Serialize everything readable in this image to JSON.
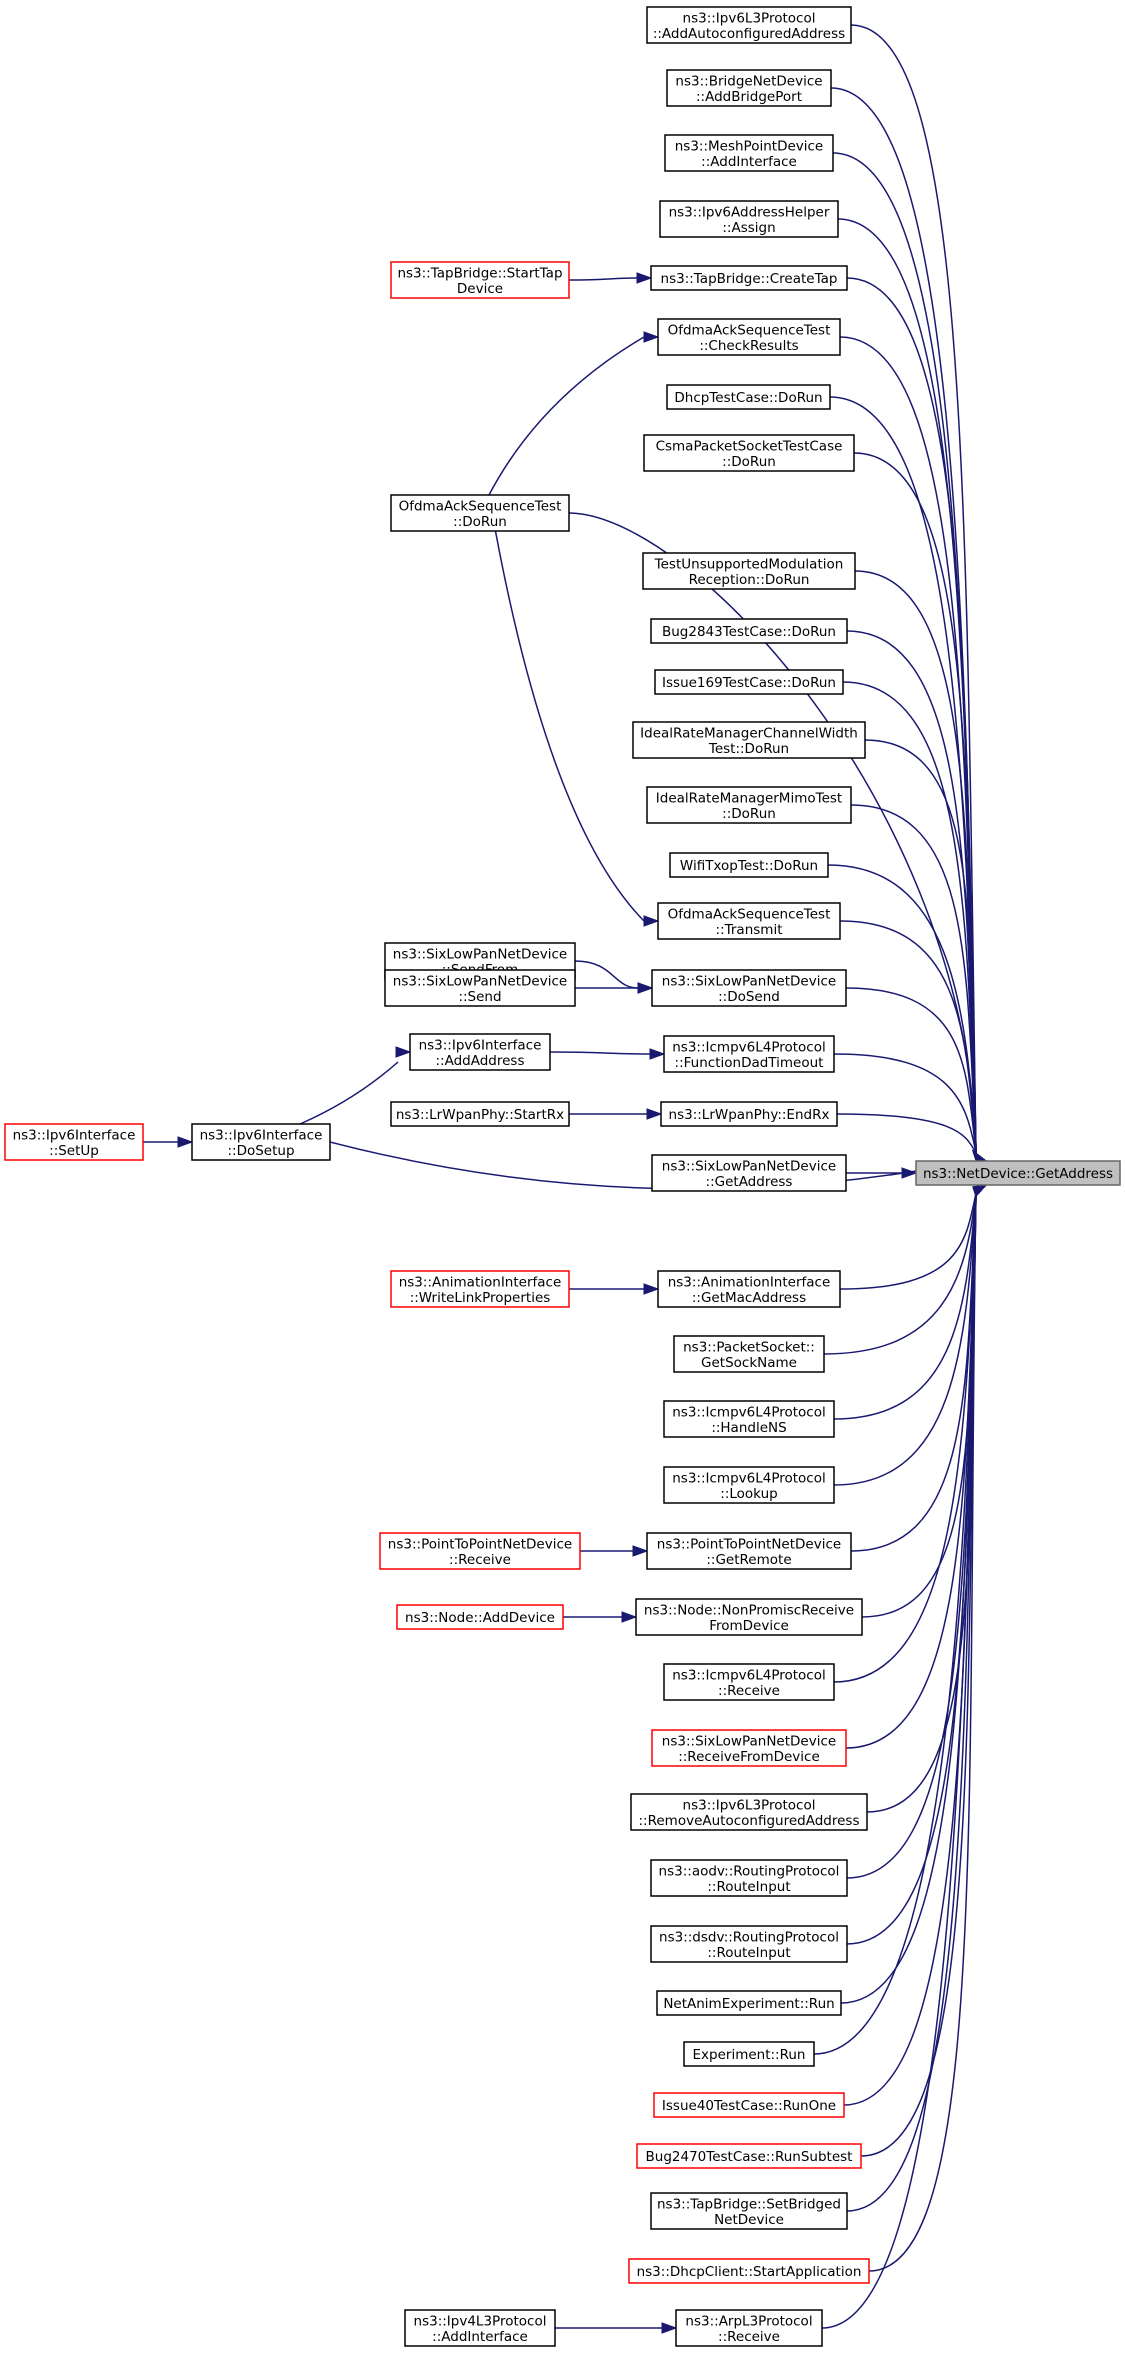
{
  "diagram": {
    "target": "target",
    "nodes": [
      {
        "id": "target",
        "lines": [
          "ns3::NetDevice::GetAddress"
        ],
        "style": "target"
      },
      {
        "id": "autoconf",
        "lines": [
          "ns3::Ipv6L3Protocol",
          "::AddAutoconfiguredAddress"
        ],
        "style": "normal"
      },
      {
        "id": "bridgeport",
        "lines": [
          "ns3::BridgeNetDevice",
          "::AddBridgePort"
        ],
        "style": "normal"
      },
      {
        "id": "meshif",
        "lines": [
          "ns3::MeshPointDevice",
          "::AddInterface"
        ],
        "style": "normal"
      },
      {
        "id": "ipv6assign",
        "lines": [
          "ns3::Ipv6AddressHelper",
          "::Assign"
        ],
        "style": "normal"
      },
      {
        "id": "createtap",
        "lines": [
          "ns3::TapBridge::CreateTap"
        ],
        "style": "normal"
      },
      {
        "id": "starttap",
        "lines": [
          "ns3::TapBridge::StartTap",
          "Device"
        ],
        "style": "red"
      },
      {
        "id": "checkres",
        "lines": [
          "OfdmaAckSequenceTest",
          "::CheckResults"
        ],
        "style": "normal"
      },
      {
        "id": "dhcprun",
        "lines": [
          "DhcpTestCase::DoRun"
        ],
        "style": "normal"
      },
      {
        "id": "csmarun",
        "lines": [
          "CsmaPacketSocketTestCase",
          "::DoRun"
        ],
        "style": "normal"
      },
      {
        "id": "ofdmarun",
        "lines": [
          "OfdmaAckSequenceTest",
          "::DoRun"
        ],
        "style": "normal"
      },
      {
        "id": "unsupp",
        "lines": [
          "TestUnsupportedModulation",
          "Reception::DoRun"
        ],
        "style": "normal"
      },
      {
        "id": "bug2843",
        "lines": [
          "Bug2843TestCase::DoRun"
        ],
        "style": "normal"
      },
      {
        "id": "issue169",
        "lines": [
          "Issue169TestCase::DoRun"
        ],
        "style": "normal"
      },
      {
        "id": "idealcw",
        "lines": [
          "IdealRateManagerChannelWidth",
          "Test::DoRun"
        ],
        "style": "normal"
      },
      {
        "id": "idealmimo",
        "lines": [
          "IdealRateManagerMimoTest",
          "::DoRun"
        ],
        "style": "normal"
      },
      {
        "id": "wifitxop",
        "lines": [
          "WifiTxopTest::DoRun"
        ],
        "style": "normal"
      },
      {
        "id": "transmit",
        "lines": [
          "OfdmaAckSequenceTest",
          "::Transmit"
        ],
        "style": "normal"
      },
      {
        "id": "sendfrom",
        "lines": [
          "ns3::SixLowPanNetDevice",
          "::SendFrom"
        ],
        "style": "normal"
      },
      {
        "id": "send",
        "lines": [
          "ns3::SixLowPanNetDevice",
          "::Send"
        ],
        "style": "normal"
      },
      {
        "id": "dosend",
        "lines": [
          "ns3::SixLowPanNetDevice",
          "::DoSend"
        ],
        "style": "normal"
      },
      {
        "id": "addaddr",
        "lines": [
          "ns3::Ipv6Interface",
          "::AddAddress"
        ],
        "style": "normal"
      },
      {
        "id": "dadtimeout",
        "lines": [
          "ns3::Icmpv6L4Protocol",
          "::FunctionDadTimeout"
        ],
        "style": "normal"
      },
      {
        "id": "startrx",
        "lines": [
          "ns3::LrWpanPhy::StartRx"
        ],
        "style": "normal"
      },
      {
        "id": "endrx",
        "lines": [
          "ns3::LrWpanPhy::EndRx"
        ],
        "style": "normal"
      },
      {
        "id": "setup",
        "lines": [
          "ns3::Ipv6Interface",
          "::SetUp"
        ],
        "style": "red"
      },
      {
        "id": "dosetup",
        "lines": [
          "ns3::Ipv6Interface",
          "::DoSetup"
        ],
        "style": "normal"
      },
      {
        "id": "sixgetaddr",
        "lines": [
          "ns3::SixLowPanNetDevice",
          "::GetAddress"
        ],
        "style": "normal"
      },
      {
        "id": "writelink",
        "lines": [
          "ns3::AnimationInterface",
          "::WriteLinkProperties"
        ],
        "style": "red"
      },
      {
        "id": "getmac",
        "lines": [
          "ns3::AnimationInterface",
          "::GetMacAddress"
        ],
        "style": "normal"
      },
      {
        "id": "getsock",
        "lines": [
          "ns3::PacketSocket::",
          "GetSockName"
        ],
        "style": "normal"
      },
      {
        "id": "handlens",
        "lines": [
          "ns3::Icmpv6L4Protocol",
          "::HandleNS"
        ],
        "style": "normal"
      },
      {
        "id": "lookup",
        "lines": [
          "ns3::Icmpv6L4Protocol",
          "::Lookup"
        ],
        "style": "normal"
      },
      {
        "id": "p2precv",
        "lines": [
          "ns3::PointToPointNetDevice",
          "::Receive"
        ],
        "style": "red"
      },
      {
        "id": "getremote",
        "lines": [
          "ns3::PointToPointNetDevice",
          "::GetRemote"
        ],
        "style": "normal"
      },
      {
        "id": "adddevice",
        "lines": [
          "ns3::Node::AddDevice"
        ],
        "style": "red"
      },
      {
        "id": "nonprom",
        "lines": [
          "ns3::Node::NonPromiscReceive",
          "FromDevice"
        ],
        "style": "normal"
      },
      {
        "id": "icmprecv",
        "lines": [
          "ns3::Icmpv6L4Protocol",
          "::Receive"
        ],
        "style": "normal"
      },
      {
        "id": "sixrecv",
        "lines": [
          "ns3::SixLowPanNetDevice",
          "::ReceiveFromDevice"
        ],
        "style": "red"
      },
      {
        "id": "removeauto",
        "lines": [
          "ns3::Ipv6L3Protocol",
          "::RemoveAutoconfiguredAddress"
        ],
        "style": "normal"
      },
      {
        "id": "aodv",
        "lines": [
          "ns3::aodv::RoutingProtocol",
          "::RouteInput"
        ],
        "style": "normal"
      },
      {
        "id": "dsdv",
        "lines": [
          "ns3::dsdv::RoutingProtocol",
          "::RouteInput"
        ],
        "style": "normal"
      },
      {
        "id": "netanim",
        "lines": [
          "NetAnimExperiment::Run"
        ],
        "style": "normal"
      },
      {
        "id": "exprun",
        "lines": [
          "Experiment::Run"
        ],
        "style": "normal"
      },
      {
        "id": "issue40",
        "lines": [
          "Issue40TestCase::RunOne"
        ],
        "style": "red"
      },
      {
        "id": "bug2470",
        "lines": [
          "Bug2470TestCase::RunSubtest"
        ],
        "style": "red"
      },
      {
        "id": "setbridged",
        "lines": [
          "ns3::TapBridge::SetBridged",
          "NetDevice"
        ],
        "style": "normal"
      },
      {
        "id": "dhcpstart",
        "lines": [
          "ns3::DhcpClient::StartApplication"
        ],
        "style": "red"
      },
      {
        "id": "ipv4addif",
        "lines": [
          "ns3::Ipv4L3Protocol",
          "::AddInterface"
        ],
        "style": "normal"
      },
      {
        "id": "arprecv",
        "lines": [
          "ns3::ArpL3Protocol",
          "::Receive"
        ],
        "style": "normal"
      }
    ],
    "edges": [
      [
        "autoconf",
        "target"
      ],
      [
        "bridgeport",
        "target"
      ],
      [
        "meshif",
        "target"
      ],
      [
        "ipv6assign",
        "target"
      ],
      [
        "createtap",
        "target"
      ],
      [
        "checkres",
        "target"
      ],
      [
        "dhcprun",
        "target"
      ],
      [
        "csmarun",
        "target"
      ],
      [
        "ofdmarun",
        "target"
      ],
      [
        "unsupp",
        "target"
      ],
      [
        "bug2843",
        "target"
      ],
      [
        "issue169",
        "target"
      ],
      [
        "idealcw",
        "target"
      ],
      [
        "idealmimo",
        "target"
      ],
      [
        "wifitxop",
        "target"
      ],
      [
        "transmit",
        "target"
      ],
      [
        "dosend",
        "target"
      ],
      [
        "dadtimeout",
        "target"
      ],
      [
        "endrx",
        "target"
      ],
      [
        "sixgetaddr",
        "target"
      ],
      [
        "dosetup",
        "target"
      ],
      [
        "getmac",
        "target"
      ],
      [
        "getsock",
        "target"
      ],
      [
        "handlens",
        "target"
      ],
      [
        "lookup",
        "target"
      ],
      [
        "getremote",
        "target"
      ],
      [
        "nonprom",
        "target"
      ],
      [
        "icmprecv",
        "target"
      ],
      [
        "sixrecv",
        "target"
      ],
      [
        "removeauto",
        "target"
      ],
      [
        "aodv",
        "target"
      ],
      [
        "dsdv",
        "target"
      ],
      [
        "netanim",
        "target"
      ],
      [
        "exprun",
        "target"
      ],
      [
        "issue40",
        "target"
      ],
      [
        "bug2470",
        "target"
      ],
      [
        "setbridged",
        "target"
      ],
      [
        "dhcpstart",
        "target"
      ],
      [
        "arprecv",
        "target"
      ],
      [
        "starttap",
        "createtap"
      ],
      [
        "ofdmarun",
        "checkres"
      ],
      [
        "ofdmarun",
        "transmit"
      ],
      [
        "sendfrom",
        "dosend"
      ],
      [
        "send",
        "dosend"
      ],
      [
        "addaddr",
        "dadtimeout"
      ],
      [
        "startrx",
        "endrx"
      ],
      [
        "setup",
        "dosetup"
      ],
      [
        "dosetup",
        "addaddr"
      ],
      [
        "writelink",
        "getmac"
      ],
      [
        "p2precv",
        "getremote"
      ],
      [
        "adddevice",
        "nonprom"
      ],
      [
        "ipv4addif",
        "arprecv"
      ]
    ]
  },
  "colors": {
    "edge": "#191970",
    "box_border": "#000000",
    "box_border_incomplete": "#ff0000",
    "target_fill": "#bfbfbf"
  }
}
